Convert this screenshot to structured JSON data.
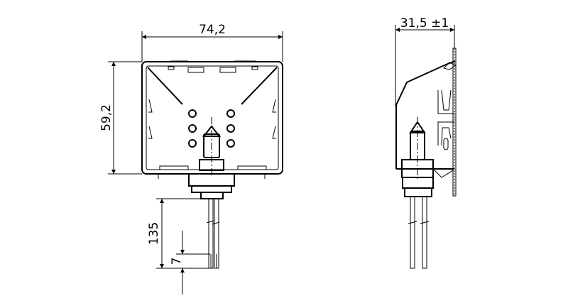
{
  "drawing": {
    "front_view": {
      "width_dim": "74,2",
      "height_dim": "59,2",
      "wire_length_dim": "135",
      "strip_length_dim": "7"
    },
    "side_view": {
      "depth_dim": "31,5 ±1"
    },
    "colors": {
      "line": "#000000",
      "background": "#ffffff"
    }
  }
}
